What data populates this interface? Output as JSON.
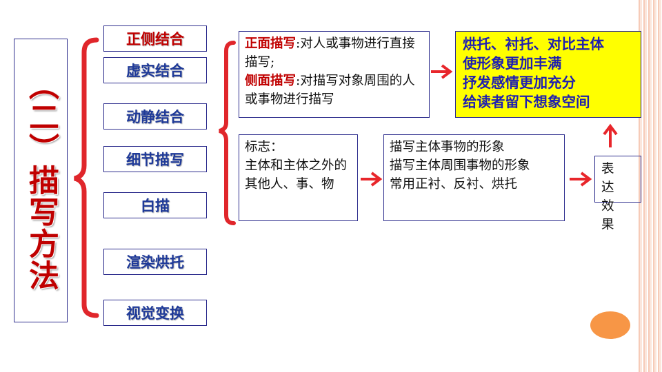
{
  "title": "（二）描写方法",
  "methods": [
    "正侧结合",
    "虚实结合",
    "动静结合",
    "细节描写",
    "白描",
    "渲染烘托",
    "视觉变换"
  ],
  "definition": {
    "front_term": "正面描写",
    "front_desc": ":对人或事物进行直接描写;",
    "side_term": "侧面描写",
    "side_desc": ":对描写对象周围的人或事物进行描写"
  },
  "marker": {
    "heading": "标志：",
    "text": "主体和主体之外的其他人、事、物"
  },
  "usage": {
    "lines": [
      "描写主体事物的形象",
      "描写主体周围事物的形象",
      "常用正衬、反衬、烘托"
    ]
  },
  "effect_label": [
    "表",
    "达",
    "效",
    "果"
  ],
  "effects": [
    "烘托、衬托、对比主体",
    "使形象更加丰满",
    "抒发感情更加充分",
    "给读者留下想象空间"
  ],
  "colors": {
    "accent_red": "#c00000",
    "blue_text": "#1f3a99",
    "highlight": "#ffff00",
    "arrow": "#e8262b",
    "bracket": "#e0262b",
    "oval": "#f79646"
  }
}
